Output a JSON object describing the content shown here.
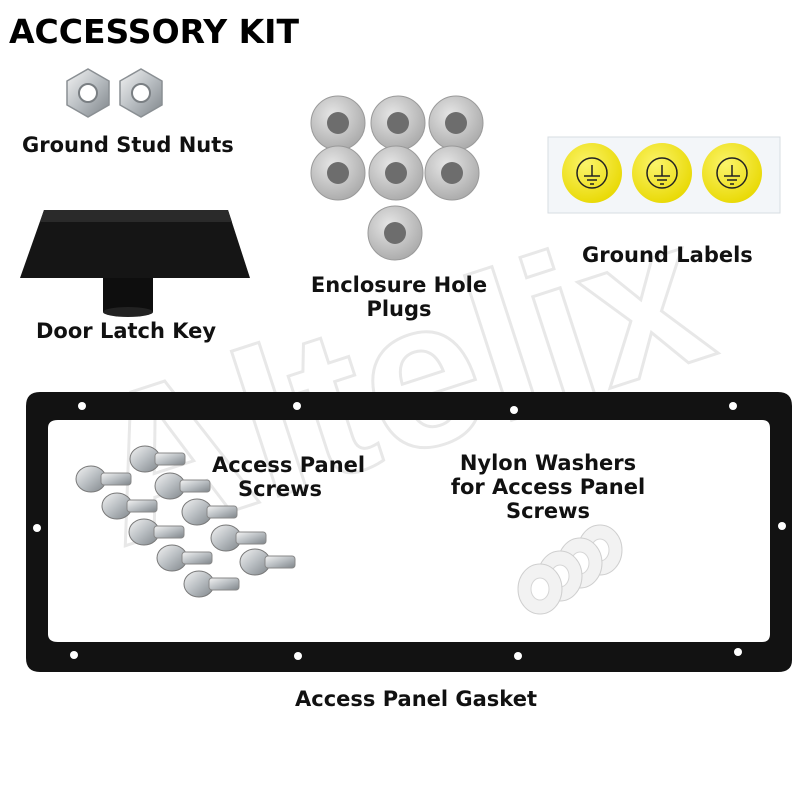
{
  "title": "ACCESSORY KIT",
  "watermark": "Altelix",
  "labels": {
    "ground_stud_nuts": "Ground Stud Nuts",
    "door_latch_key": "Door Latch Key",
    "enclosure_hole_plugs_1": "Enclosure Hole",
    "enclosure_hole_plugs_2": "Plugs",
    "ground_labels": "Ground Labels",
    "access_panel_screws_1": "Access Panel",
    "access_panel_screws_2": "Screws",
    "nylon_washers_1": "Nylon Washers",
    "nylon_washers_2": "for Access Panel",
    "nylon_washers_3": "Screws",
    "access_panel_gasket": "Access Panel Gasket"
  },
  "colors": {
    "label_yellow": "#f2e81a",
    "gasket": "#111111",
    "plug_gray": "#c9c9c9",
    "latch_black": "#141414"
  }
}
